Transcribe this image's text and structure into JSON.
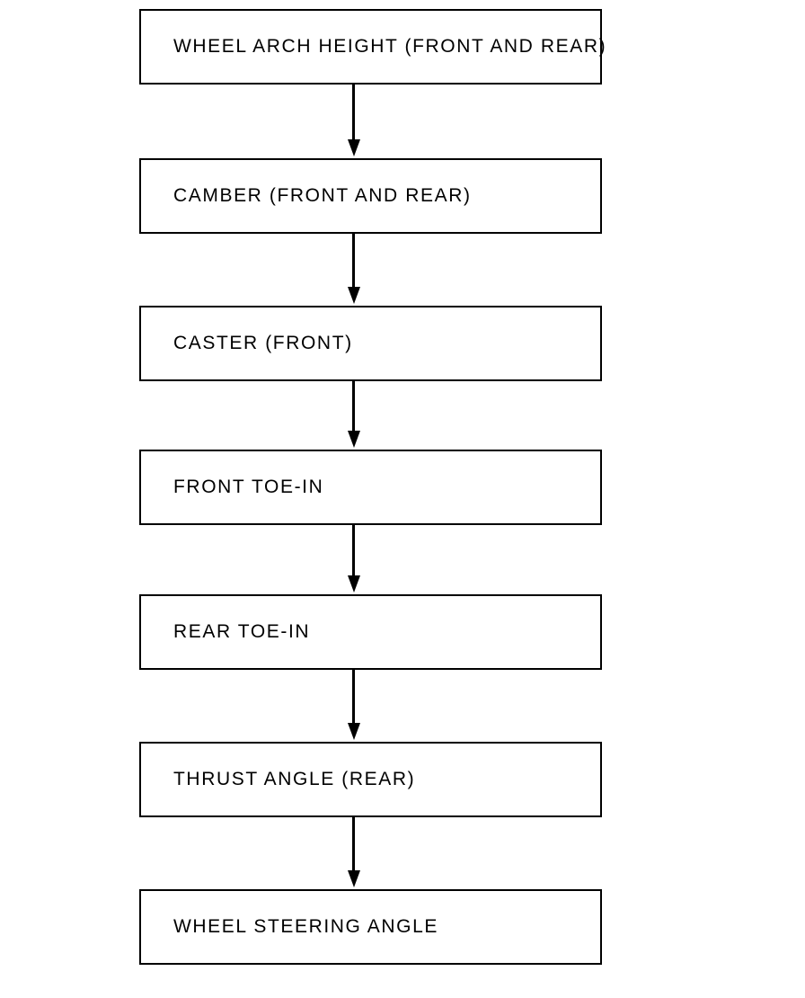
{
  "diagram": {
    "type": "flowchart",
    "orientation": "vertical",
    "title": "",
    "background_color": "#ffffff",
    "line_color": "#000000",
    "text_color": "#000000",
    "nodes": [
      {
        "id": "wheel-arch-height",
        "label": "WHEEL ARCH HEIGHT (FRONT AND REAR)",
        "shape": "rectangle",
        "order": 1
      },
      {
        "id": "camber",
        "label": "CAMBER (FRONT AND REAR)",
        "shape": "rectangle",
        "order": 2
      },
      {
        "id": "caster",
        "label": "CASTER (FRONT)",
        "shape": "rectangle",
        "order": 3
      },
      {
        "id": "front-toe-in",
        "label": "FRONT TOE-IN",
        "shape": "rectangle",
        "order": 4
      },
      {
        "id": "rear-toe-in",
        "label": "REAR TOE-IN",
        "shape": "rectangle",
        "order": 5
      },
      {
        "id": "thrust-angle",
        "label": "THRUST ANGLE (REAR)",
        "shape": "rectangle",
        "order": 6
      },
      {
        "id": "wheel-steering-angle",
        "label": "WHEEL STEERING ANGLE",
        "shape": "rectangle",
        "order": 7
      }
    ],
    "connectors": [
      {
        "id": "arrow-1",
        "from": "wheel-arch-height",
        "to": "camber",
        "style": "solid-arrow-down"
      },
      {
        "id": "arrow-2",
        "from": "camber",
        "to": "caster",
        "style": "solid-arrow-down"
      },
      {
        "id": "arrow-3",
        "from": "caster",
        "to": "front-toe-in",
        "style": "solid-arrow-down"
      },
      {
        "id": "arrow-4",
        "from": "front-toe-in",
        "to": "rear-toe-in",
        "style": "solid-arrow-down"
      },
      {
        "id": "arrow-5",
        "from": "rear-toe-in",
        "to": "thrust-angle",
        "style": "solid-arrow-down"
      },
      {
        "id": "arrow-6",
        "from": "thrust-angle",
        "to": "wheel-steering-angle",
        "style": "solid-arrow-down"
      }
    ]
  }
}
